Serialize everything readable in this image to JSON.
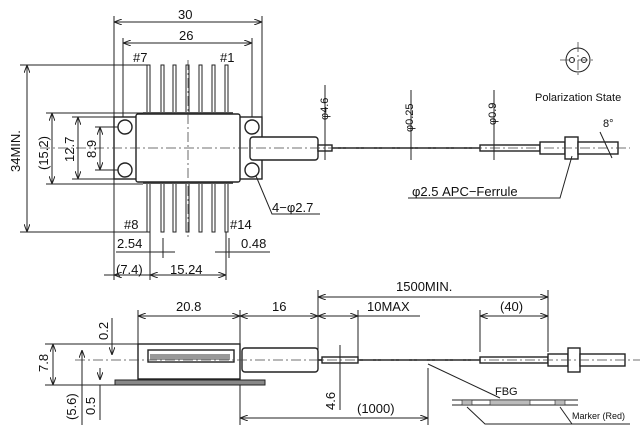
{
  "top_view": {
    "dims": {
      "width_30": "30",
      "width_26": "26",
      "length_34min": "34MIN.",
      "height_15_2": "(15.2)",
      "height_12_7": "12.7",
      "height_8_9": "8.9",
      "pitch_2_54": "2.54",
      "pin_0_48": "0.48",
      "offset_7_4": "(7.4)",
      "span_15_24": "15.24",
      "holes": "4−φ2.7"
    },
    "pins": {
      "p7": "#7",
      "p1": "#1",
      "p8": "#8",
      "p14": "#14"
    },
    "fiber": {
      "d46": "φ4.6",
      "d025": "φ0.25",
      "d09": "φ0.9",
      "ferrule": "φ2.5  APC−Ferrule",
      "angle": "8°"
    },
    "polarization": "Polarization  State"
  },
  "side_view": {
    "dims": {
      "fiber_1500": "1500MIN.",
      "body_20_8": "20.8",
      "tube_16": "16",
      "max_10": "10MAX",
      "conn_40": "(40)",
      "h_7_8": "7.8",
      "h_5_6": "(5.6)",
      "h_0_2": "0.2",
      "h_0_5": "0.5",
      "h_4_6": "4.6",
      "fbg_1000": "(1000)"
    },
    "fbg_label": "FBG",
    "marker_label": "Marker (Red)"
  }
}
